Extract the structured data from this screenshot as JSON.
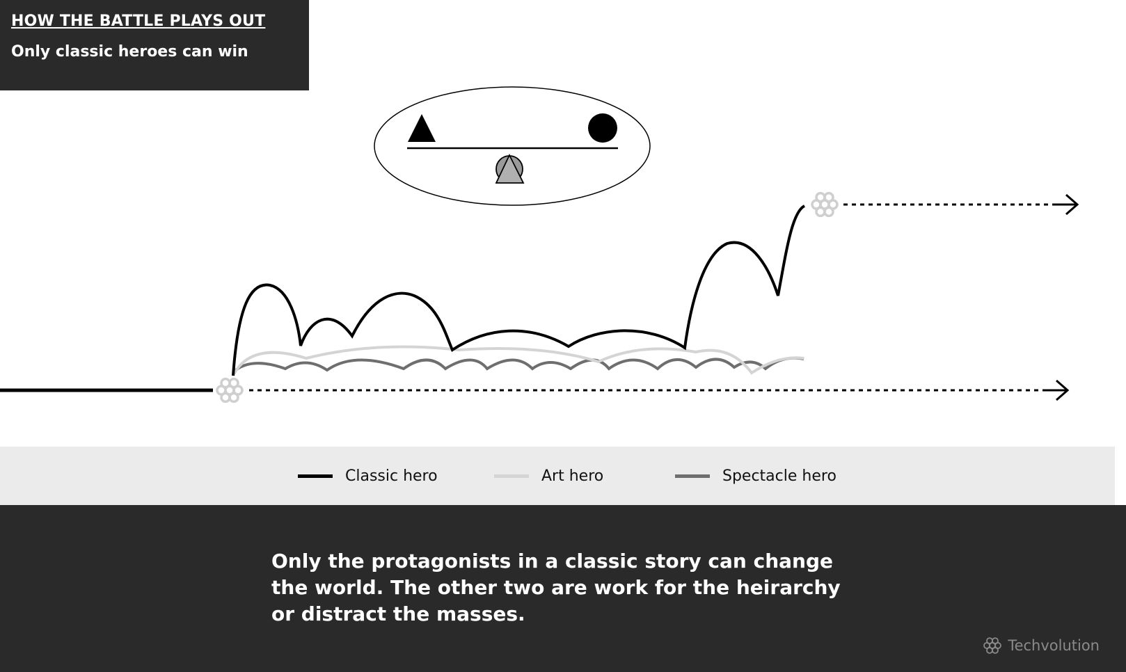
{
  "header": {
    "title": "HOW THE BATTLE PLAYS OUT",
    "subtitle": "Only classic heroes can win"
  },
  "legend": {
    "items": [
      {
        "label": "Classic hero",
        "color": "#000000"
      },
      {
        "label": "Art hero",
        "color": "#d4d4d4"
      },
      {
        "label": "Spectacle hero",
        "color": "#6e6e6e"
      }
    ]
  },
  "caption": "Only the protagonists in a classic story can change the world. The other two are work for the heirarchy or distract the masses.",
  "brand": {
    "name": "Techvolution",
    "icon": "flower-icon"
  },
  "colors": {
    "dark": "#2a2a2a",
    "band": "#ebebeb",
    "flower": "#cfcfcf"
  }
}
